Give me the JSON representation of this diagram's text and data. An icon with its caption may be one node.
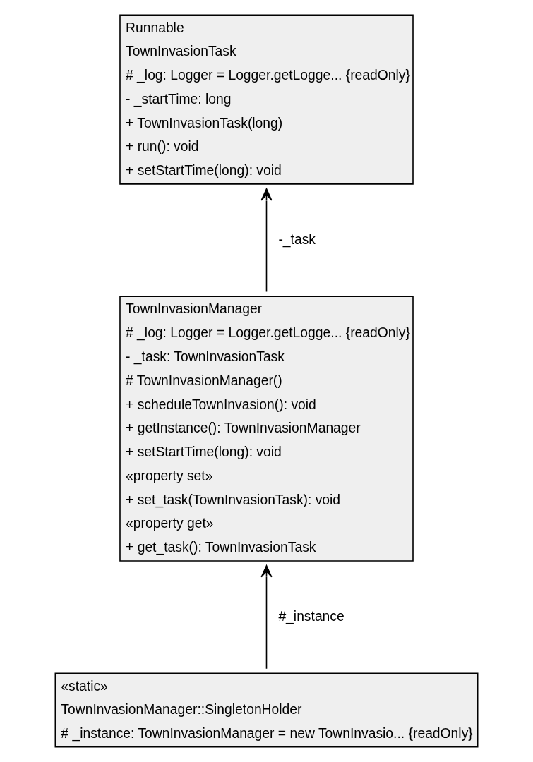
{
  "diagram": {
    "nodes": [
      {
        "text": [
          "Runnable",
          "TownInvasionTask",
          "# _log: Logger = Logger.getLogge... {readOnly}",
          "- _startTime: long",
          "+ TownInvasionTask(long)",
          "+ run(): void",
          "+ setStartTime(long): void"
        ]
      },
      {
        "text": [
          "TownInvasionManager",
          "# _log: Logger = Logger.getLogge... {readOnly}",
          "- _task: TownInvasionTask",
          "# TownInvasionManager()",
          "+ scheduleTownInvasion(): void",
          "+ getInstance(): TownInvasionManager",
          "+ setStartTime(long): void",
          "«property set»",
          "+ set_task(TownInvasionTask): void",
          "«property get»",
          "+ get_task(): TownInvasionTask"
        ]
      },
      {
        "text": [
          "«static»",
          "TownInvasionManager::SingletonHolder",
          "# _instance: TownInvasionManager = new TownInvasio... {readOnly}"
        ]
      }
    ],
    "edges": [
      {
        "from": 1,
        "to": 0,
        "arrow": "to",
        "label": "-_task"
      },
      {
        "from": 2,
        "to": 1,
        "arrow": "to",
        "label": "#_instance"
      }
    ]
  }
}
